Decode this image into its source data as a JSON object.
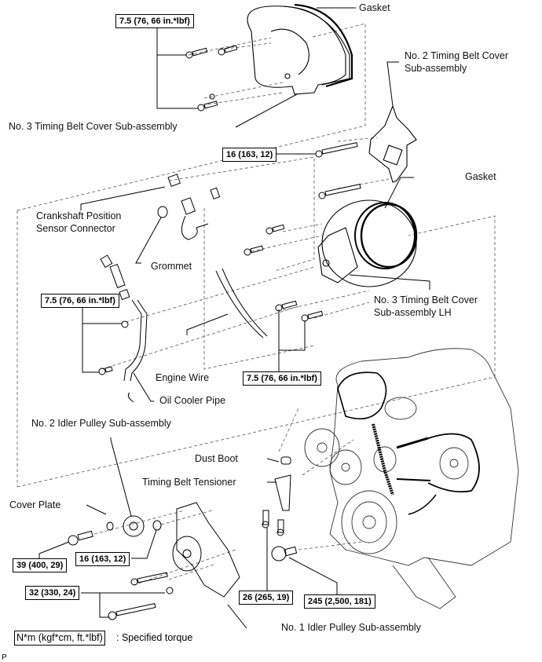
{
  "diagram": {
    "title": "Timing belt cover and idler pulley components (exploded view)",
    "labels": {
      "gasket_top": "Gasket",
      "no2_cover_l1": "No. 2 Timing Belt Cover",
      "no2_cover_l2": "Sub-assembly",
      "no3_cover": "No. 3 Timing Belt Cover Sub-assembly",
      "gasket_mid": "Gasket",
      "crank_sensor_l1": "Crankshaft Position",
      "crank_sensor_l2": "Sensor Connector",
      "grommet": "Grommet",
      "no3_cover_lh_l1": "No. 3 Timing Belt Cover",
      "no3_cover_lh_l2": "Sub-assembly LH",
      "engine_wire": "Engine Wire",
      "oil_cooler_pipe": "Oil Cooler Pipe",
      "no2_idler": "No. 2 Idler Pulley Sub-assembly",
      "dust_boot": "Dust Boot",
      "tensioner": "Timing Belt Tensioner",
      "cover_plate": "Cover Plate",
      "no1_idler": "No. 1 Idler Pulley Sub-assembly"
    },
    "torques": {
      "t_top": "7.5 (76, 66 in.*lbf)",
      "t_no2": "16 (163, 12)",
      "t_oil": "7.5 (76, 66 in.*lbf)",
      "t_lh": "7.5 (76, 66 in.*lbf)",
      "t_idler_bolt": "39 (400, 29)",
      "t_idler_16": "16 (163, 12)",
      "t_bracket": "32 (330, 24)",
      "t_tensioner": "26 (265, 19)",
      "t_crank": "245 (2,500, 181)"
    },
    "legend": {
      "unit_box": "N*m (kgf*cm, ft.*lbf)",
      "description": ": Specified torque"
    },
    "corner_mark": "P"
  }
}
